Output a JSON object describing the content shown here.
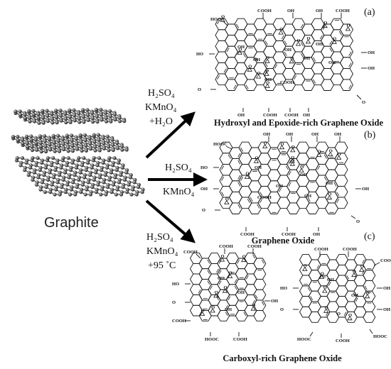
{
  "graphite_label": "Graphite",
  "routes": [
    {
      "panel": "(a)",
      "reagents": [
        "H₂SO₄",
        "KMnO₄",
        "+H₂O"
      ],
      "product": "Hydroxyl and Epoxide-rich Graphene Oxide"
    },
    {
      "panel": "(b)",
      "reagents": [
        "H₂SO₄",
        "KMnO₄"
      ],
      "product": "Graphene Oxide"
    },
    {
      "panel": "(c)",
      "reagents": [
        "H₂SO₄",
        "KMnO₄",
        "+95 ˚C"
      ],
      "product": "Carboxyl-rich Graphene Oxide"
    }
  ],
  "functional_groups": {
    "cooh": "COOH",
    "hooc": "HOOC",
    "oh": "OH",
    "ho": "HO",
    "o": "O"
  },
  "colors": {
    "sheet_bond": "#3a3a3a",
    "sheet_atom": "#2b2b2b",
    "arrow": "#000000",
    "structure": "#111111"
  }
}
